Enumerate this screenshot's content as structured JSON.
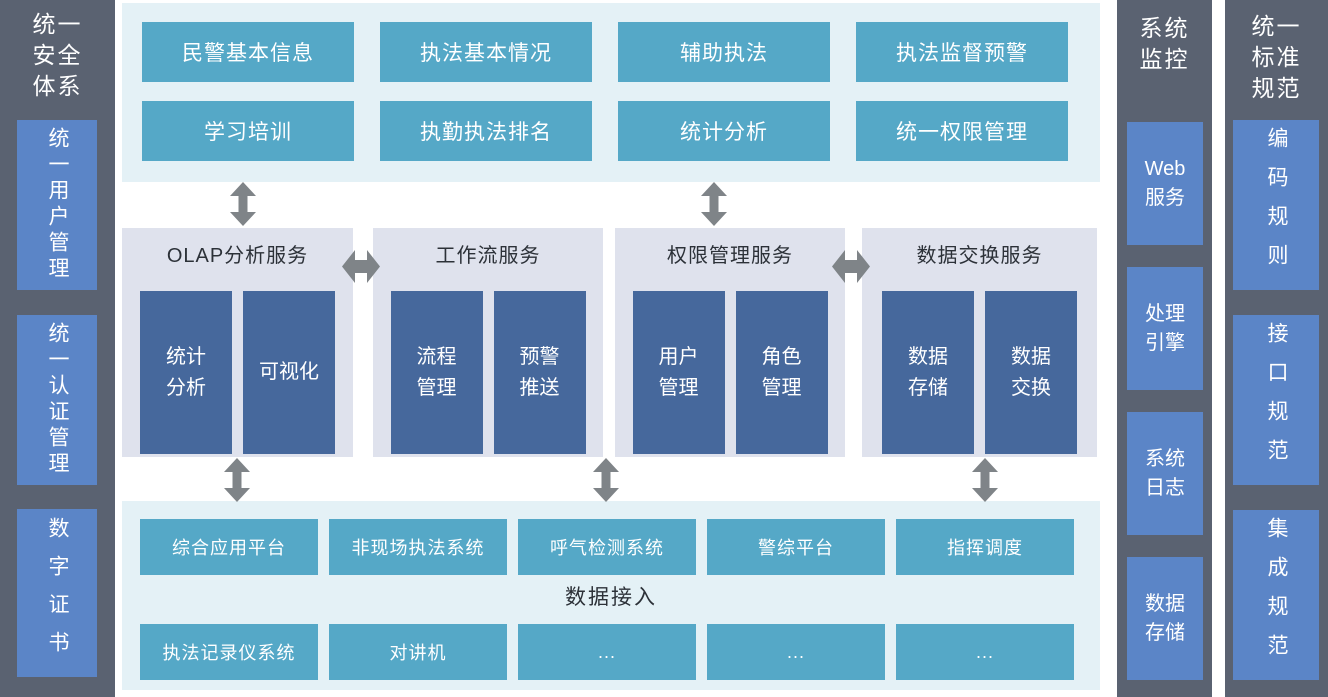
{
  "left_sidebar": {
    "title_lines": [
      "统一",
      "安全",
      "体系"
    ],
    "items": [
      "统一用户管理",
      "统一认证管理",
      "数字证书"
    ]
  },
  "top_panel": {
    "row1": [
      "民警基本信息",
      "执法基本情况",
      "辅助执法",
      "执法监督预警"
    ],
    "row2": [
      "学习培训",
      "执勤执法排名",
      "统计分析",
      "统一权限管理"
    ]
  },
  "services": [
    {
      "title": "OLAP分析服务",
      "cards": [
        [
          "统计",
          "分析"
        ],
        [
          "可视化"
        ]
      ]
    },
    {
      "title": "工作流服务",
      "cards": [
        [
          "流程",
          "管理"
        ],
        [
          "预警",
          "推送"
        ]
      ]
    },
    {
      "title": "权限管理服务",
      "cards": [
        [
          "用户",
          "管理"
        ],
        [
          "角色",
          "管理"
        ]
      ]
    },
    {
      "title": "数据交换服务",
      "cards": [
        [
          "数据",
          "存储"
        ],
        [
          "数据",
          "交换"
        ]
      ]
    }
  ],
  "bottom_panel": {
    "row1": [
      "综合应用平台",
      "非现场执法系统",
      "呼气检测系统",
      "警综平台",
      "指挥调度"
    ],
    "label": "数据接入",
    "row2": [
      "执法记录仪系统",
      "对讲机",
      "...",
      "...",
      "..."
    ]
  },
  "monitor_column": {
    "title_lines": [
      "系统",
      "监控"
    ],
    "items": [
      [
        "Web",
        "服务"
      ],
      [
        "处理",
        "引擎"
      ],
      [
        "系统",
        "日志"
      ],
      [
        "数据",
        "存储"
      ]
    ]
  },
  "standards_column": {
    "title_lines": [
      "统一",
      "标准",
      "规范"
    ],
    "items": [
      "编码规则",
      "接口规范",
      "集成规范"
    ]
  },
  "colors": {
    "sidebar-bg": "#5a6271",
    "sidebar-box": "#5b85c7",
    "teal": "#55a8c7",
    "pale-panel": "#e4f1f6",
    "service-panel": "#dfe2ed",
    "card": "#46689c",
    "arrow": "#7f8488",
    "heading-text": "#2c3138",
    "page-bg": "#ffffff"
  }
}
